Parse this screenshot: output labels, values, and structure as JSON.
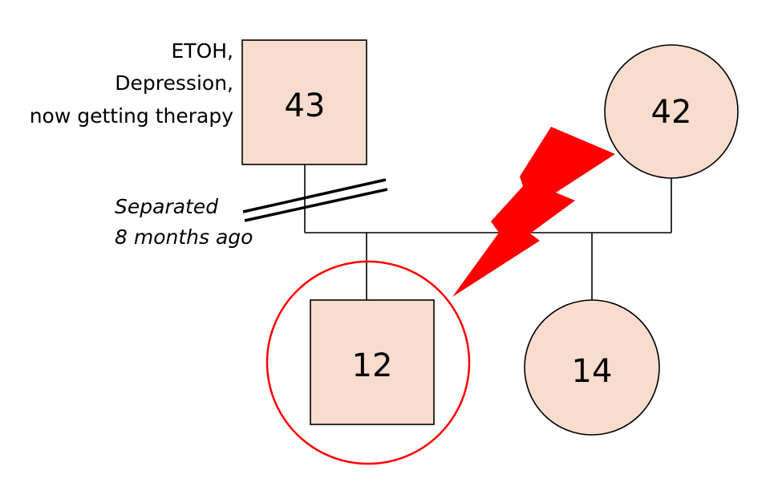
{
  "colors": {
    "person_fill": "#f8dccd",
    "outline": "#000000",
    "conflict": "#ff0000"
  },
  "people": {
    "father": {
      "shape": "square",
      "age": "43"
    },
    "mother": {
      "shape": "circle",
      "age": "42"
    },
    "son": {
      "shape": "square",
      "age": "12"
    },
    "daughter": {
      "shape": "circle",
      "age": "14"
    }
  },
  "annotations": {
    "father_notes": [
      "ETOH,",
      "Depression,",
      "now getting therapy"
    ],
    "separation": [
      "Separated",
      "8 months ago"
    ]
  },
  "icons": {
    "conflict": "lightning-bolt-icon",
    "focus": "identified-patient-circle"
  }
}
